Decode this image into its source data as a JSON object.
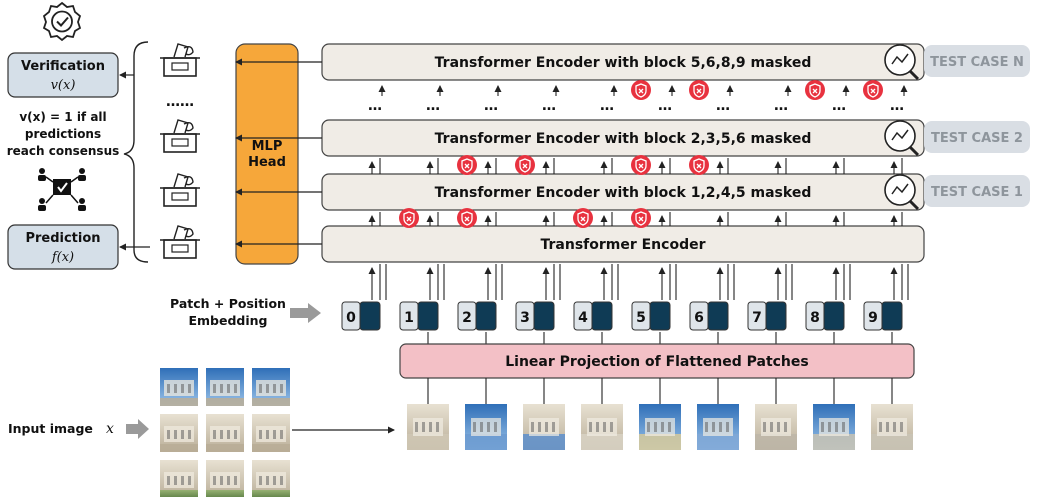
{
  "top_badge_icon": "verified-badge-icon",
  "verification": {
    "title": "Verification",
    "formula": "v(x)"
  },
  "rule": {
    "line1": "v(x) = 1 if all",
    "line2": "predictions",
    "line3": "reach consensus"
  },
  "consensus_icon": "team-consensus-icon",
  "prediction": {
    "title": "Prediction",
    "formula": "f(x)"
  },
  "output_icon": "ballot-box-icon",
  "ellipsis": "……",
  "mlp": {
    "line1": "MLP",
    "line2": "Head"
  },
  "encoders": [
    {
      "label": "Transformer Encoder with block 5,6,8,9 masked",
      "test_case": "TEST CASE N",
      "masked_tokens": [
        5,
        6,
        8,
        9
      ]
    },
    {
      "label": "Transformer Encoder with block 2,3,5,6 masked",
      "test_case": "TEST CASE 2",
      "masked_tokens": [
        2,
        3,
        5,
        6
      ]
    },
    {
      "label": "Transformer Encoder with block 1,2,4,5 masked",
      "test_case": "TEST CASE 1",
      "masked_tokens": [
        1,
        2,
        4,
        5
      ]
    },
    {
      "label": "Transformer Encoder",
      "test_case": "",
      "masked_tokens": []
    }
  ],
  "dots": "…",
  "embedding_label": {
    "line1": "Patch + Position",
    "line2": "Embedding"
  },
  "tokens": [
    "0",
    "1",
    "2",
    "3",
    "4",
    "5",
    "6",
    "7",
    "8",
    "9"
  ],
  "linear_projection": "Linear Projection of Flattened Patches",
  "input_label": "Input image",
  "input_var": "x",
  "colors": {
    "encoder_fill": "#f0ece6",
    "mlp_fill": "#f6a73a",
    "box_fill": "#d5dfe8",
    "test_case_fill": "#d9dee4",
    "test_case_text": "#8e959c",
    "projection_fill": "#f3c0c6",
    "token_dark": "#0f3b55",
    "token_light": "#dfe5ea",
    "mask": "#e8323f"
  }
}
